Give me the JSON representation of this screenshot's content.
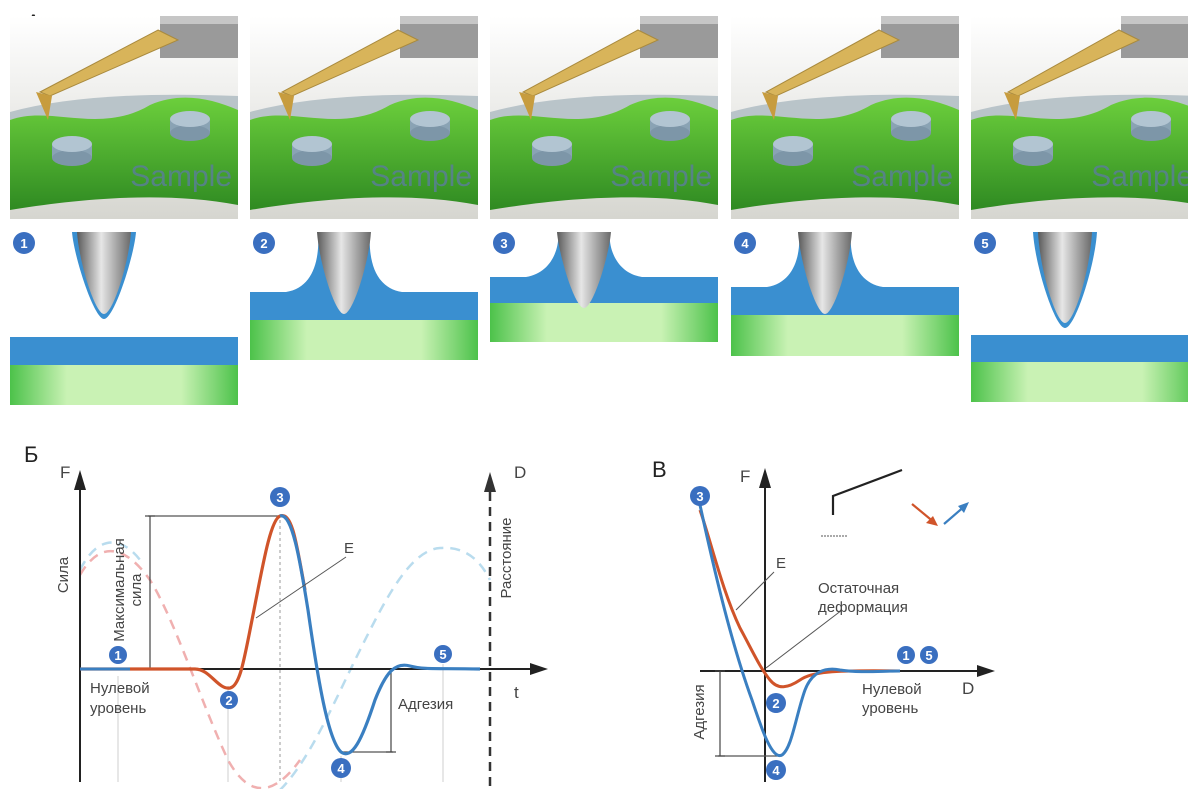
{
  "panel_a": {
    "label": "А",
    "sample_text": "Sample",
    "steps": [
      "1",
      "2",
      "3",
      "4",
      "5"
    ]
  },
  "panel_b": {
    "label": "Б",
    "y_axis_letter": "F",
    "y_axis_name": "Сила",
    "x_axis_letter": "t",
    "distance_letter": "D",
    "distance_name": "Расстояние",
    "max_force_line1": "Максимальная",
    "max_force_line2": "сила",
    "zero_line1": "Нулевой",
    "zero_line2": "уровень",
    "adhesion": "Адгезия",
    "curve_label": "E",
    "badges": [
      "1",
      "2",
      "3",
      "4",
      "5"
    ]
  },
  "panel_v": {
    "label": "В",
    "y_axis_letter": "F",
    "x_axis_letter": "D",
    "curve_label": "E",
    "residual_line1": "Остаточная",
    "residual_line2": "деформация",
    "zero_line1": "Нулевой",
    "zero_line2": "уровень",
    "adhesion": "Адгезия",
    "badges": [
      "3",
      "2",
      "4",
      "1",
      "5"
    ]
  },
  "colors": {
    "approach_curve": "#d0542a",
    "retract_curve": "#3a7fc1",
    "badge_fill": "#3a6fc0",
    "water_layer": "#3a8fd0",
    "sample_green": "#8fdc7a",
    "tip_gray": "#8a8a8a"
  }
}
